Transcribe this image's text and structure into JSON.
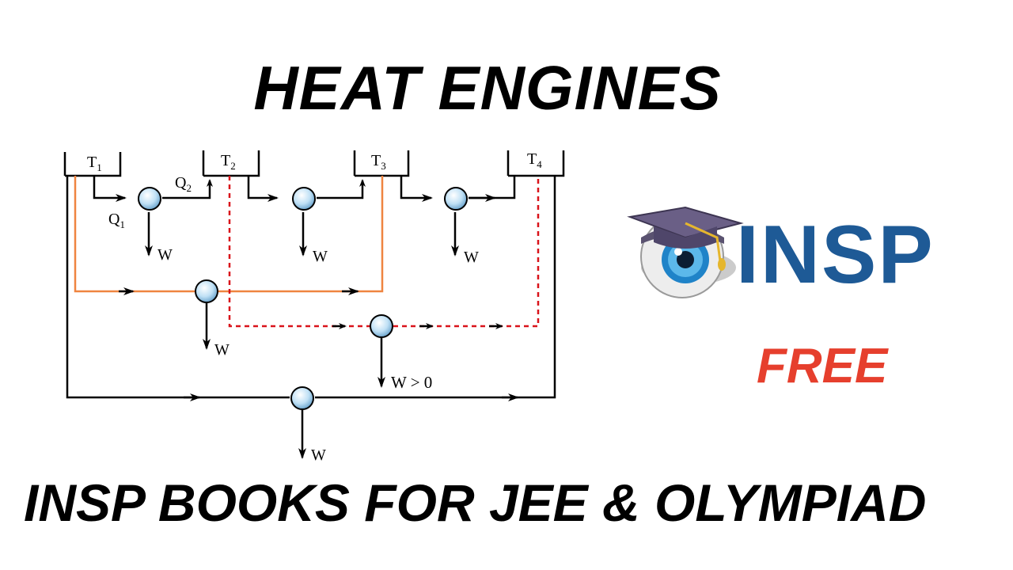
{
  "title": "HEAT ENGINES",
  "footer": "INSP BOOKS FOR JEE & OLYMPIAD",
  "logo": {
    "text": "INSP",
    "color": "#1e5a96"
  },
  "badge": {
    "text": "FREE",
    "color": "#e63f2d"
  },
  "diagram": {
    "reservoirs": [
      {
        "name": "T",
        "sub": "1"
      },
      {
        "name": "T",
        "sub": "2"
      },
      {
        "name": "T",
        "sub": "3"
      },
      {
        "name": "T",
        "sub": "4"
      }
    ],
    "heat_in": {
      "name": "Q",
      "sub": "1"
    },
    "heat_out": {
      "name": "Q",
      "sub": "2"
    },
    "work_label": "W",
    "positive_work_label": "W > 0",
    "colors": {
      "primary": "#000000",
      "orange": "#ef8440",
      "red_dotted": "#d9131a",
      "engine": "#a9d4ef"
    }
  }
}
